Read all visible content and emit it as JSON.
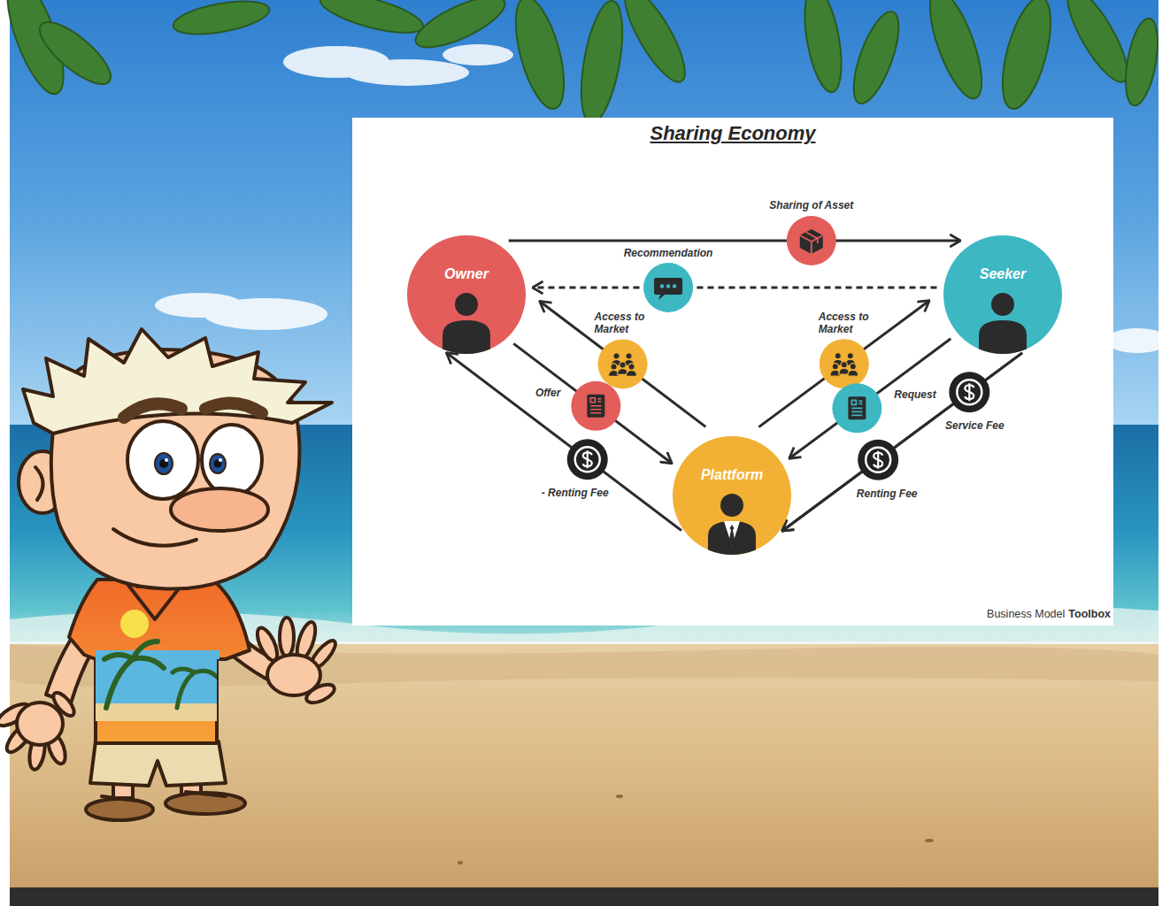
{
  "diagram": {
    "title": "Sharing Economy",
    "nodes": [
      {
        "text": [
          "Owner"
        ]
      },
      {
        "text": [
          "Seeker"
        ]
      },
      {
        "text": [
          "Plattform"
        ]
      }
    ],
    "edges": [
      {
        "from": 0,
        "to": 1,
        "label": "Sharing of Asset",
        "arrow": "to"
      },
      {
        "from": 1,
        "to": 0,
        "label": "Recommendation",
        "arrow": "to"
      },
      {
        "from": 2,
        "to": 0,
        "label": "Access to Market",
        "arrow": "to"
      },
      {
        "from": 0,
        "to": 2,
        "label": "Offer",
        "arrow": "to"
      },
      {
        "from": 2,
        "to": 0,
        "label": "- Renting Fee",
        "arrow": "to"
      },
      {
        "from": 2,
        "to": 1,
        "label": "Access to Market",
        "arrow": "to"
      },
      {
        "from": 1,
        "to": 2,
        "label": "Request",
        "arrow": "to"
      },
      {
        "from": 1,
        "to": 2,
        "label": "Service Fee",
        "arrow": "to"
      },
      {
        "from": 1,
        "to": 2,
        "label": "Renting Fee",
        "arrow": "to"
      }
    ],
    "labels": [
      "Business Model",
      "Toolbox"
    ]
  }
}
